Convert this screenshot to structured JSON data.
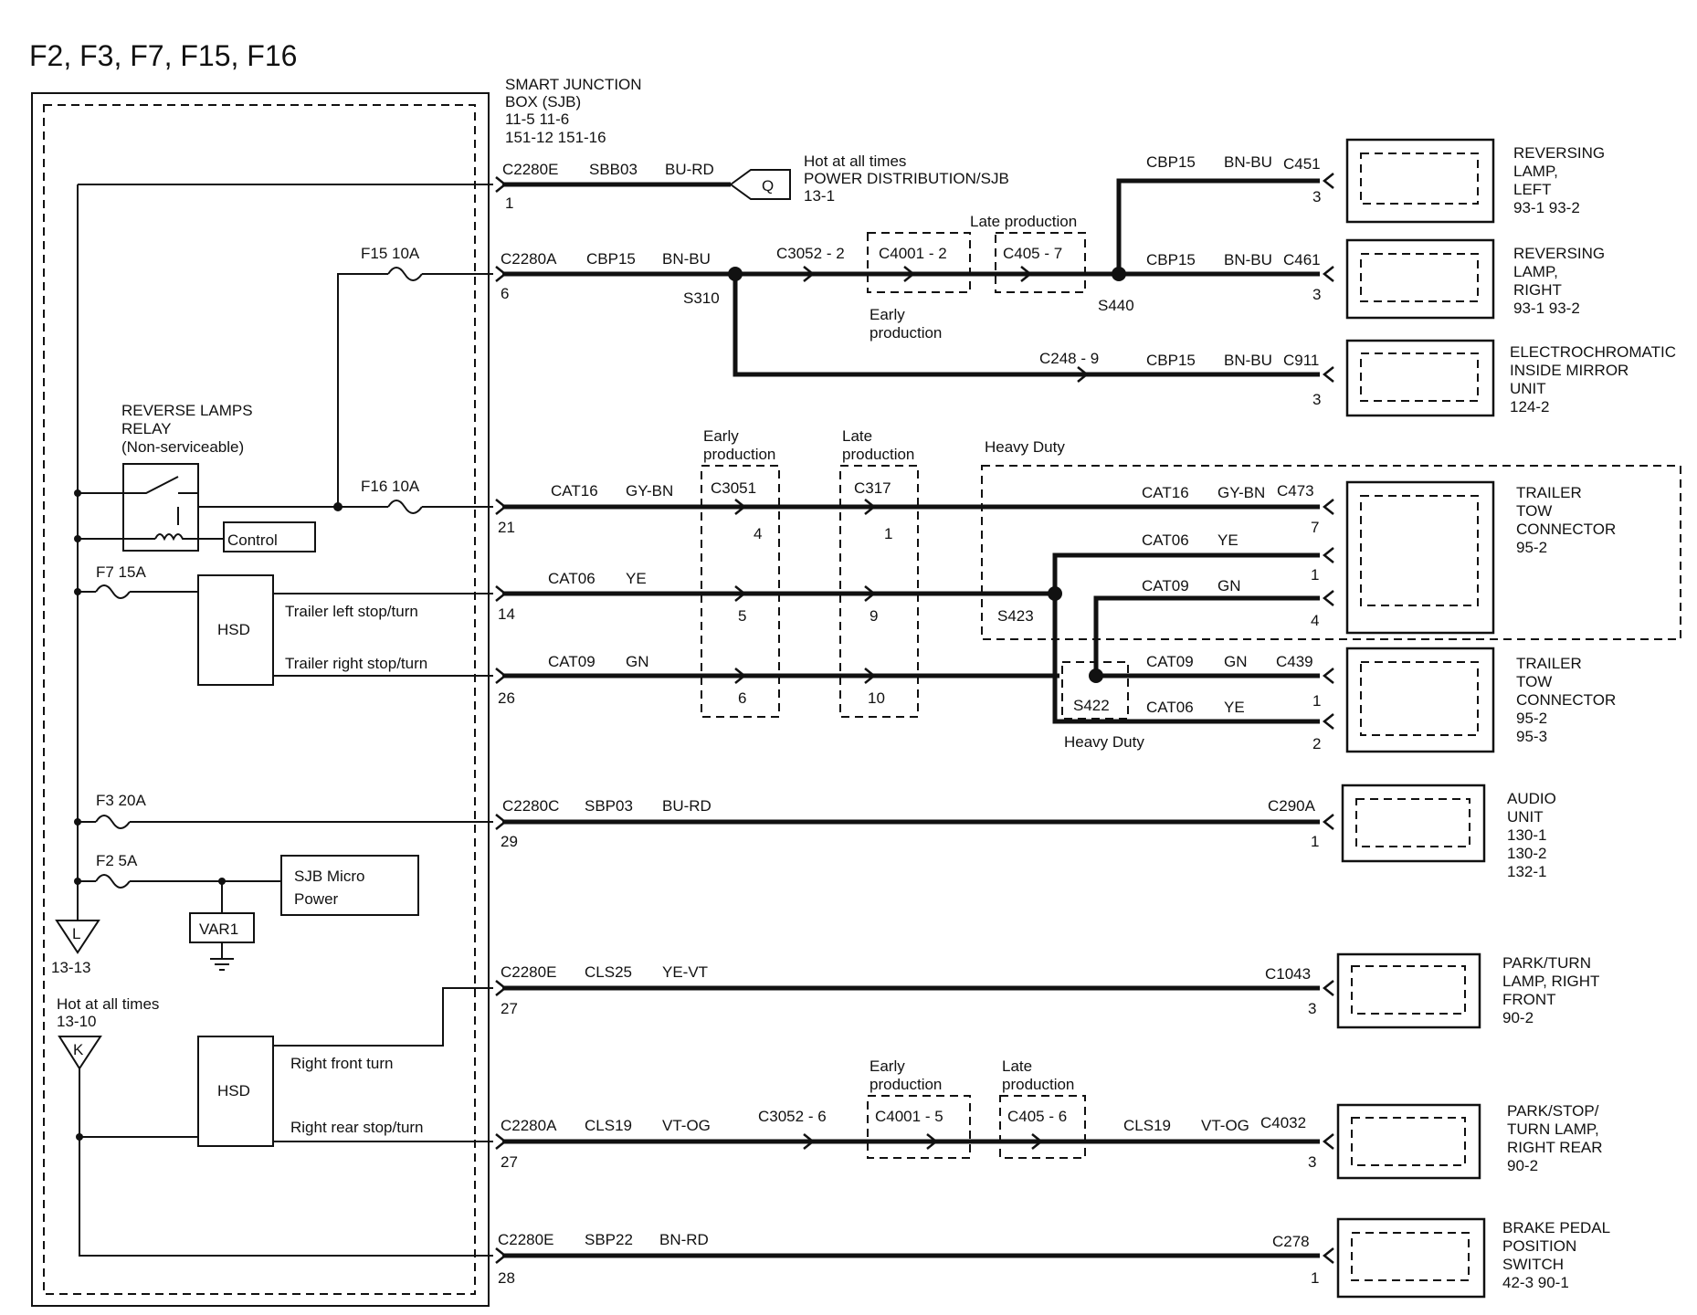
{
  "title": "F2, F3, F7, F15, F16",
  "sjb": {
    "line1": "SMART  JUNCTION",
    "line2": "BOX (SJB)",
    "refs1": "11-5      11-6",
    "refs2": "151-12      151-16"
  },
  "circuits": {
    "r1": {
      "conn": "C2280E",
      "pin": "1",
      "circuit": "SBB03",
      "color": "BU-RD",
      "hot_sym": "Q",
      "note1": "Hot at all times",
      "note2": "POWER DISTRIBUTION/SJB",
      "note3": "13-1"
    },
    "r2": {
      "conn": "C2280A",
      "pin": "6",
      "circuit": "CBP15",
      "color": "BN-BU",
      "fuse": "F15  10A",
      "splice": "S310",
      "inline1": "C3052  -  2",
      "inline2": "C4001  -  2",
      "inline3": "C405  -  7",
      "late": "Late production",
      "early1": "Early",
      "early2": "production",
      "splice2": "S440"
    },
    "rev_left": {
      "circuit": "CBP15",
      "color": "BN-BU",
      "conn": "C451",
      "pin": "3",
      "comp": [
        "REVERSING",
        "LAMP,",
        "LEFT"
      ],
      "ref": "93-1      93-2"
    },
    "rev_right": {
      "circuit": "CBP15",
      "color": "BN-BU",
      "conn": "C461",
      "pin": "3",
      "comp": [
        "REVERSING",
        "LAMP,",
        "RIGHT"
      ],
      "ref": "93-1      93-2"
    },
    "mirror": {
      "inline": "C248  -  9",
      "circuit": "CBP15",
      "color": "BN-BU",
      "conn": "C911",
      "pin": "3",
      "comp": [
        "ELECTROCHROMATIC",
        "INSIDE MIRROR",
        "UNIT"
      ],
      "ref": "124-2"
    },
    "relay": {
      "l1": "REVERSE LAMPS",
      "l2": "RELAY",
      "l3": "(Non-serviceable)",
      "control": "Control",
      "fuse": "F16  10A"
    },
    "r4": {
      "pin": "21",
      "circuit": "CAT16",
      "color": "GY-BN",
      "c3051": "C3051",
      "c3051pin": "4",
      "c317": "C317",
      "c317pin": "1",
      "early1": "Early",
      "early2": "production",
      "late1": "Late",
      "late2": "production",
      "hd": "Heavy Duty"
    },
    "ttc1": {
      "circuit1": "CAT16",
      "color1": "GY-BN",
      "conn": "C473",
      "pin1": "7",
      "circuit2": "CAT06",
      "color2": "YE",
      "pin2": "1",
      "circuit3": "CAT09",
      "color3": "GN",
      "pin3": "4",
      "comp": [
        "TRAILER",
        "TOW",
        "CONNECTOR"
      ],
      "ref": "95-2",
      "splice": "S423"
    },
    "r5": {
      "fuse": "F7  15A",
      "hsd": "HSD",
      "sig": "Trailer left stop/turn",
      "pin": "14",
      "circuit": "CAT06",
      "color": "YE",
      "c3051pin": "5",
      "c317pin": "9"
    },
    "r6": {
      "sig": "Trailer right stop/turn",
      "pin": "26",
      "circuit": "CAT09",
      "color": "GN",
      "c3051pin": "6",
      "c317pin": "10"
    },
    "ttc2": {
      "circuit1": "CAT09",
      "color1": "GN",
      "conn": "C439",
      "pin1": "1",
      "circuit2": "CAT06",
      "color2": "YE",
      "pin2": "2",
      "comp": [
        "TRAILER",
        "TOW",
        "CONNECTOR"
      ],
      "ref1": "95-2",
      "ref2": "95-3",
      "splice": "S422",
      "hd": "Heavy Duty"
    },
    "audio": {
      "fuse": "F3  20A",
      "conn": "C2280C",
      "pin": "29",
      "circuit": "SBP03",
      "color": "BU-RD",
      "end_conn": "C290A",
      "end_pin": "1",
      "comp": [
        "AUDIO",
        "UNIT"
      ],
      "refs": [
        "130-1",
        "130-2",
        "132-1"
      ]
    },
    "micro": {
      "fuse": "F2  5A",
      "l1": "SJB Micro",
      "l2": "Power",
      "var": "VAR1",
      "hot_sym": "L",
      "hot_ref": "13-13"
    },
    "park_front": {
      "conn": "C2280E",
      "pin": "27",
      "circuit": "CLS25",
      "color": "YE-VT",
      "end_conn": "C1043",
      "end_pin": "3",
      "comp": [
        "PARK/TURN",
        "LAMP, RIGHT",
        "FRONT"
      ],
      "ref": "90-2"
    },
    "hot_k": {
      "note1": "Hot at all times",
      "note2": "13-10",
      "sym": "K",
      "hsd": "HSD",
      "sig1": "Right front turn",
      "sig2": "Right rear stop/turn"
    },
    "park_rear": {
      "conn": "C2280A",
      "pin": "27",
      "circuit": "CLS19",
      "color": "VT-OG",
      "inline1": "C3052  -  6",
      "inline2": "C4001  -  5",
      "inline3": "C405  -  6",
      "early1": "Early",
      "early2": "production",
      "late1": "Late",
      "late2": "production",
      "circuit2": "CLS19",
      "color2": "VT-OG",
      "end_conn": "C4032",
      "end_pin": "3",
      "comp": [
        "PARK/STOP/",
        "TURN LAMP,",
        "RIGHT REAR"
      ],
      "ref": "90-2"
    },
    "brake": {
      "conn": "C2280E",
      "pin": "28",
      "circuit": "SBP22",
      "color": "BN-RD",
      "end_conn": "C278",
      "end_pin": "1",
      "comp": [
        "BRAKE PEDAL",
        "POSITION",
        "SWITCH"
      ],
      "ref": "42-3      90-1"
    }
  }
}
